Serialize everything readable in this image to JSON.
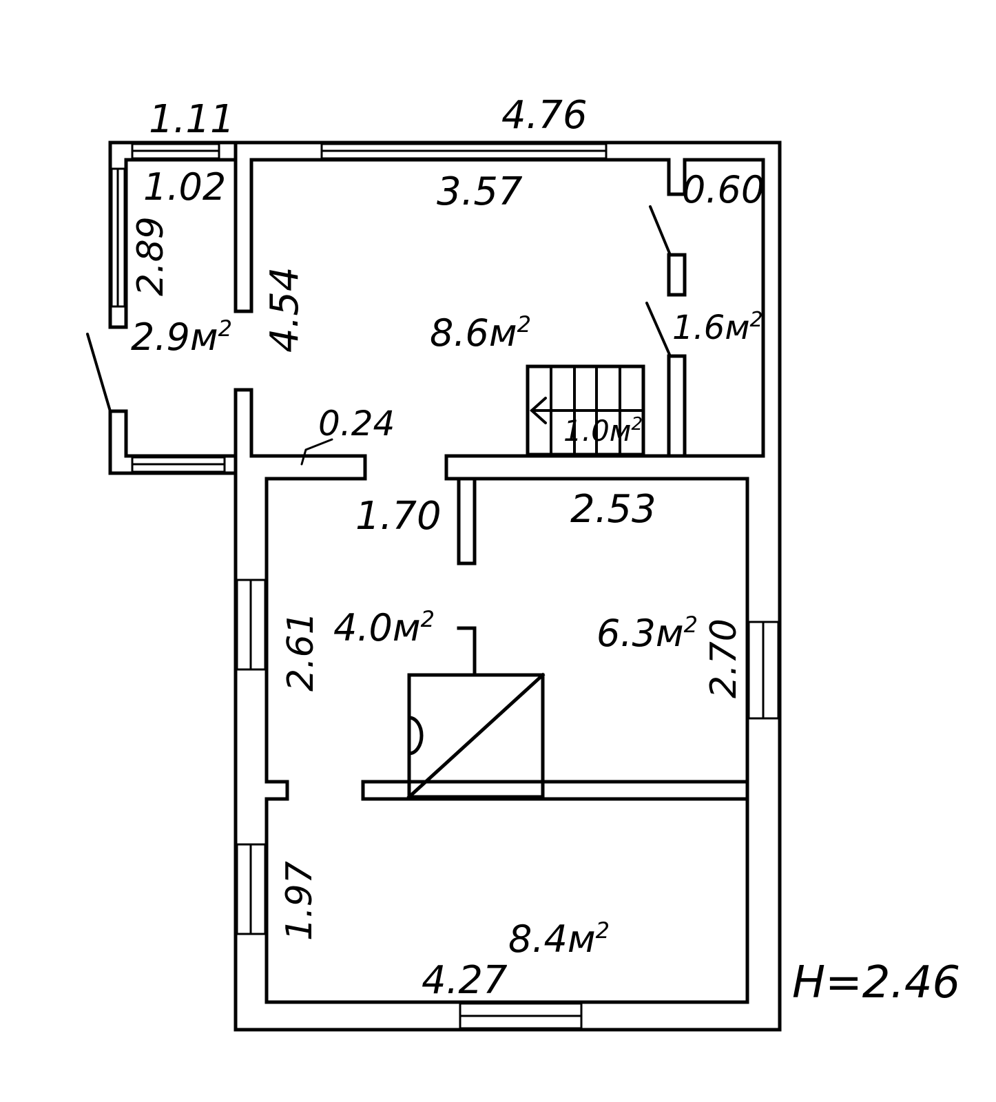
{
  "plan": {
    "height_note": "H=2.46",
    "dimensions": {
      "top_left_outer": "1.11",
      "top_right_outer": "4.76",
      "left_room_inner_width": "1.02",
      "left_room_height": "2.89",
      "main_room_width": "3.57",
      "closet_width": "0.60",
      "main_room_height": "4.54",
      "wall_stub": "0.24",
      "hall_width": "1.70",
      "right_room_width": "2.53",
      "hall_height": "2.61",
      "right_room_height": "2.70",
      "bottom_room_height": "1.97",
      "bottom_room_width": "4.27"
    },
    "areas": {
      "left_room": "2.9м",
      "main_room": "8.6м",
      "closet": "1.6м",
      "stair": "1.0м",
      "hall": "4.0м",
      "right_room": "6.3м",
      "bottom_room": "8.4м"
    },
    "unit_superscript": "2"
  }
}
